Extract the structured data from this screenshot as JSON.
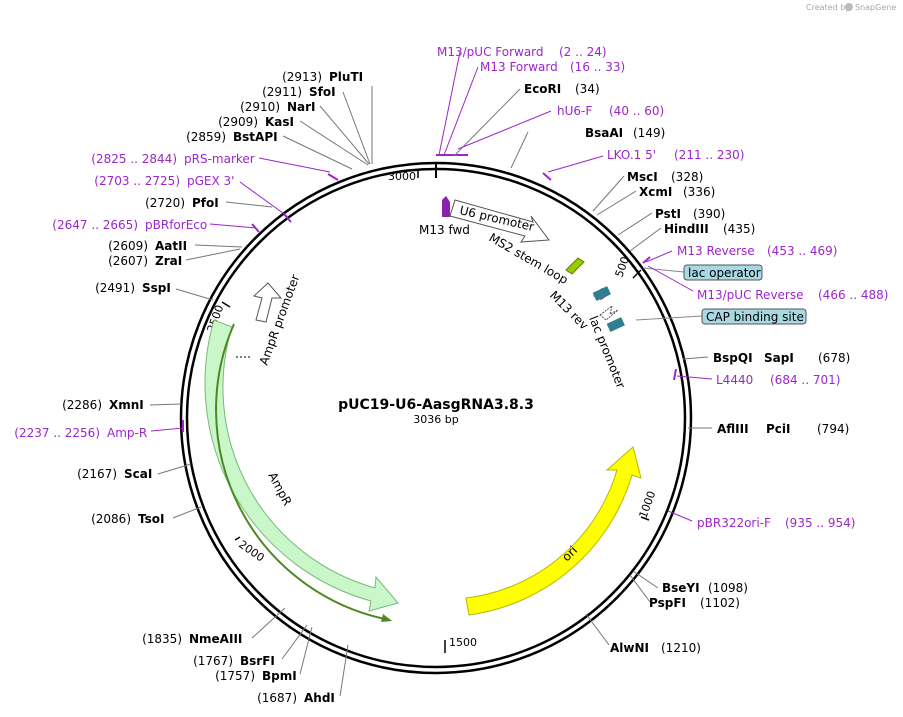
{
  "credit": {
    "prefix": "Created by",
    "brand": "SnapGene"
  },
  "plasmid": {
    "name": "pUC19-U6-AasgRNA3.8.3",
    "size": "3036 bp"
  },
  "ticks": [
    "3000",
    "500",
    "1000",
    "1500",
    "2000",
    "2500"
  ],
  "sites": [
    {
      "name": "PluTI",
      "pos": "(2913)"
    },
    {
      "name": "SfoI",
      "pos": "(2911)"
    },
    {
      "name": "NarI",
      "pos": "(2910)"
    },
    {
      "name": "KasI",
      "pos": "(2909)"
    },
    {
      "name": "BstAPI",
      "pos": "(2859)"
    },
    {
      "name": "PfoI",
      "pos": "(2720)"
    },
    {
      "name": "AatII",
      "pos": "(2609)"
    },
    {
      "name": "ZraI",
      "pos": "(2607)"
    },
    {
      "name": "SspI",
      "pos": "(2491)"
    },
    {
      "name": "XmnI",
      "pos": "(2286)"
    },
    {
      "name": "ScaI",
      "pos": "(2167)"
    },
    {
      "name": "TsoI",
      "pos": "(2086)"
    },
    {
      "name": "NmeAIII",
      "pos": "(1835)"
    },
    {
      "name": "BsrFI",
      "pos": "(1767)"
    },
    {
      "name": "BpmI",
      "pos": "(1757)"
    },
    {
      "name": "AhdI",
      "pos": "(1687)"
    },
    {
      "name": "EcoRI",
      "pos": "(34)"
    },
    {
      "name": "BsaAI",
      "pos": "(149)"
    },
    {
      "name": "MscI",
      "pos": "(328)"
    },
    {
      "name": "XcmI",
      "pos": "(336)"
    },
    {
      "name": "PstI",
      "pos": "(390)"
    },
    {
      "name": "HindIII",
      "pos": "(435)"
    },
    {
      "name": "BspQI",
      "name2": "SapI",
      "pos": "(678)"
    },
    {
      "name": "AflIII",
      "name2": "PciI",
      "pos": "(794)"
    },
    {
      "name": "BseYI",
      "pos": "(1098)"
    },
    {
      "name": "PspFI",
      "pos": "(1102)"
    },
    {
      "name": "AlwNI",
      "pos": "(1210)"
    }
  ],
  "primers": [
    {
      "name": "M13/pUC Forward",
      "range": "(2 .. 24)"
    },
    {
      "name": "M13 Forward",
      "range": "(16 .. 33)"
    },
    {
      "name": "hU6-F",
      "range": "(40 .. 60)"
    },
    {
      "name": "LKO.1 5'",
      "range": "(211 .. 230)"
    },
    {
      "name": "M13 Reverse",
      "range": "(453 .. 469)"
    },
    {
      "name": "M13/pUC Reverse",
      "range": "(466 .. 488)"
    },
    {
      "name": "L4440",
      "range": "(684 .. 701)"
    },
    {
      "name": "pBR322ori-F",
      "range": "(935 .. 954)"
    },
    {
      "name": "pRS-marker",
      "range": "(2825 .. 2844)"
    },
    {
      "name": "pGEX 3'",
      "range": "(2703 .. 2725)"
    },
    {
      "name": "pBRforEco",
      "range": "(2647 .. 2665)"
    },
    {
      "name": "Amp-R",
      "range": "(2237 .. 2256)"
    }
  ],
  "features": {
    "u6_promoter": "U6 promoter",
    "m13_fwd": "M13 fwd",
    "ms2_stem_loop": "MS2 stem loop",
    "m13_rev": "M13 rev",
    "lac_promoter": "lac promoter",
    "lac_operator": "lac operator",
    "cap_site": "CAP binding site",
    "ampr_promoter": "AmpR promoter",
    "ampr": "AmpR",
    "ori": "ori"
  },
  "colors": {
    "backbone": "#000000",
    "primer": "#9b27c9",
    "ampr_fill": "#c9f7c9",
    "ampr_line": "#4c8a1f",
    "ori_fill": "#ffff00",
    "u6_fill": "#ffffff",
    "stem_loop": "#99cc00",
    "lac_box": "#2f7f8f",
    "label_box": "#a8d8e4"
  }
}
